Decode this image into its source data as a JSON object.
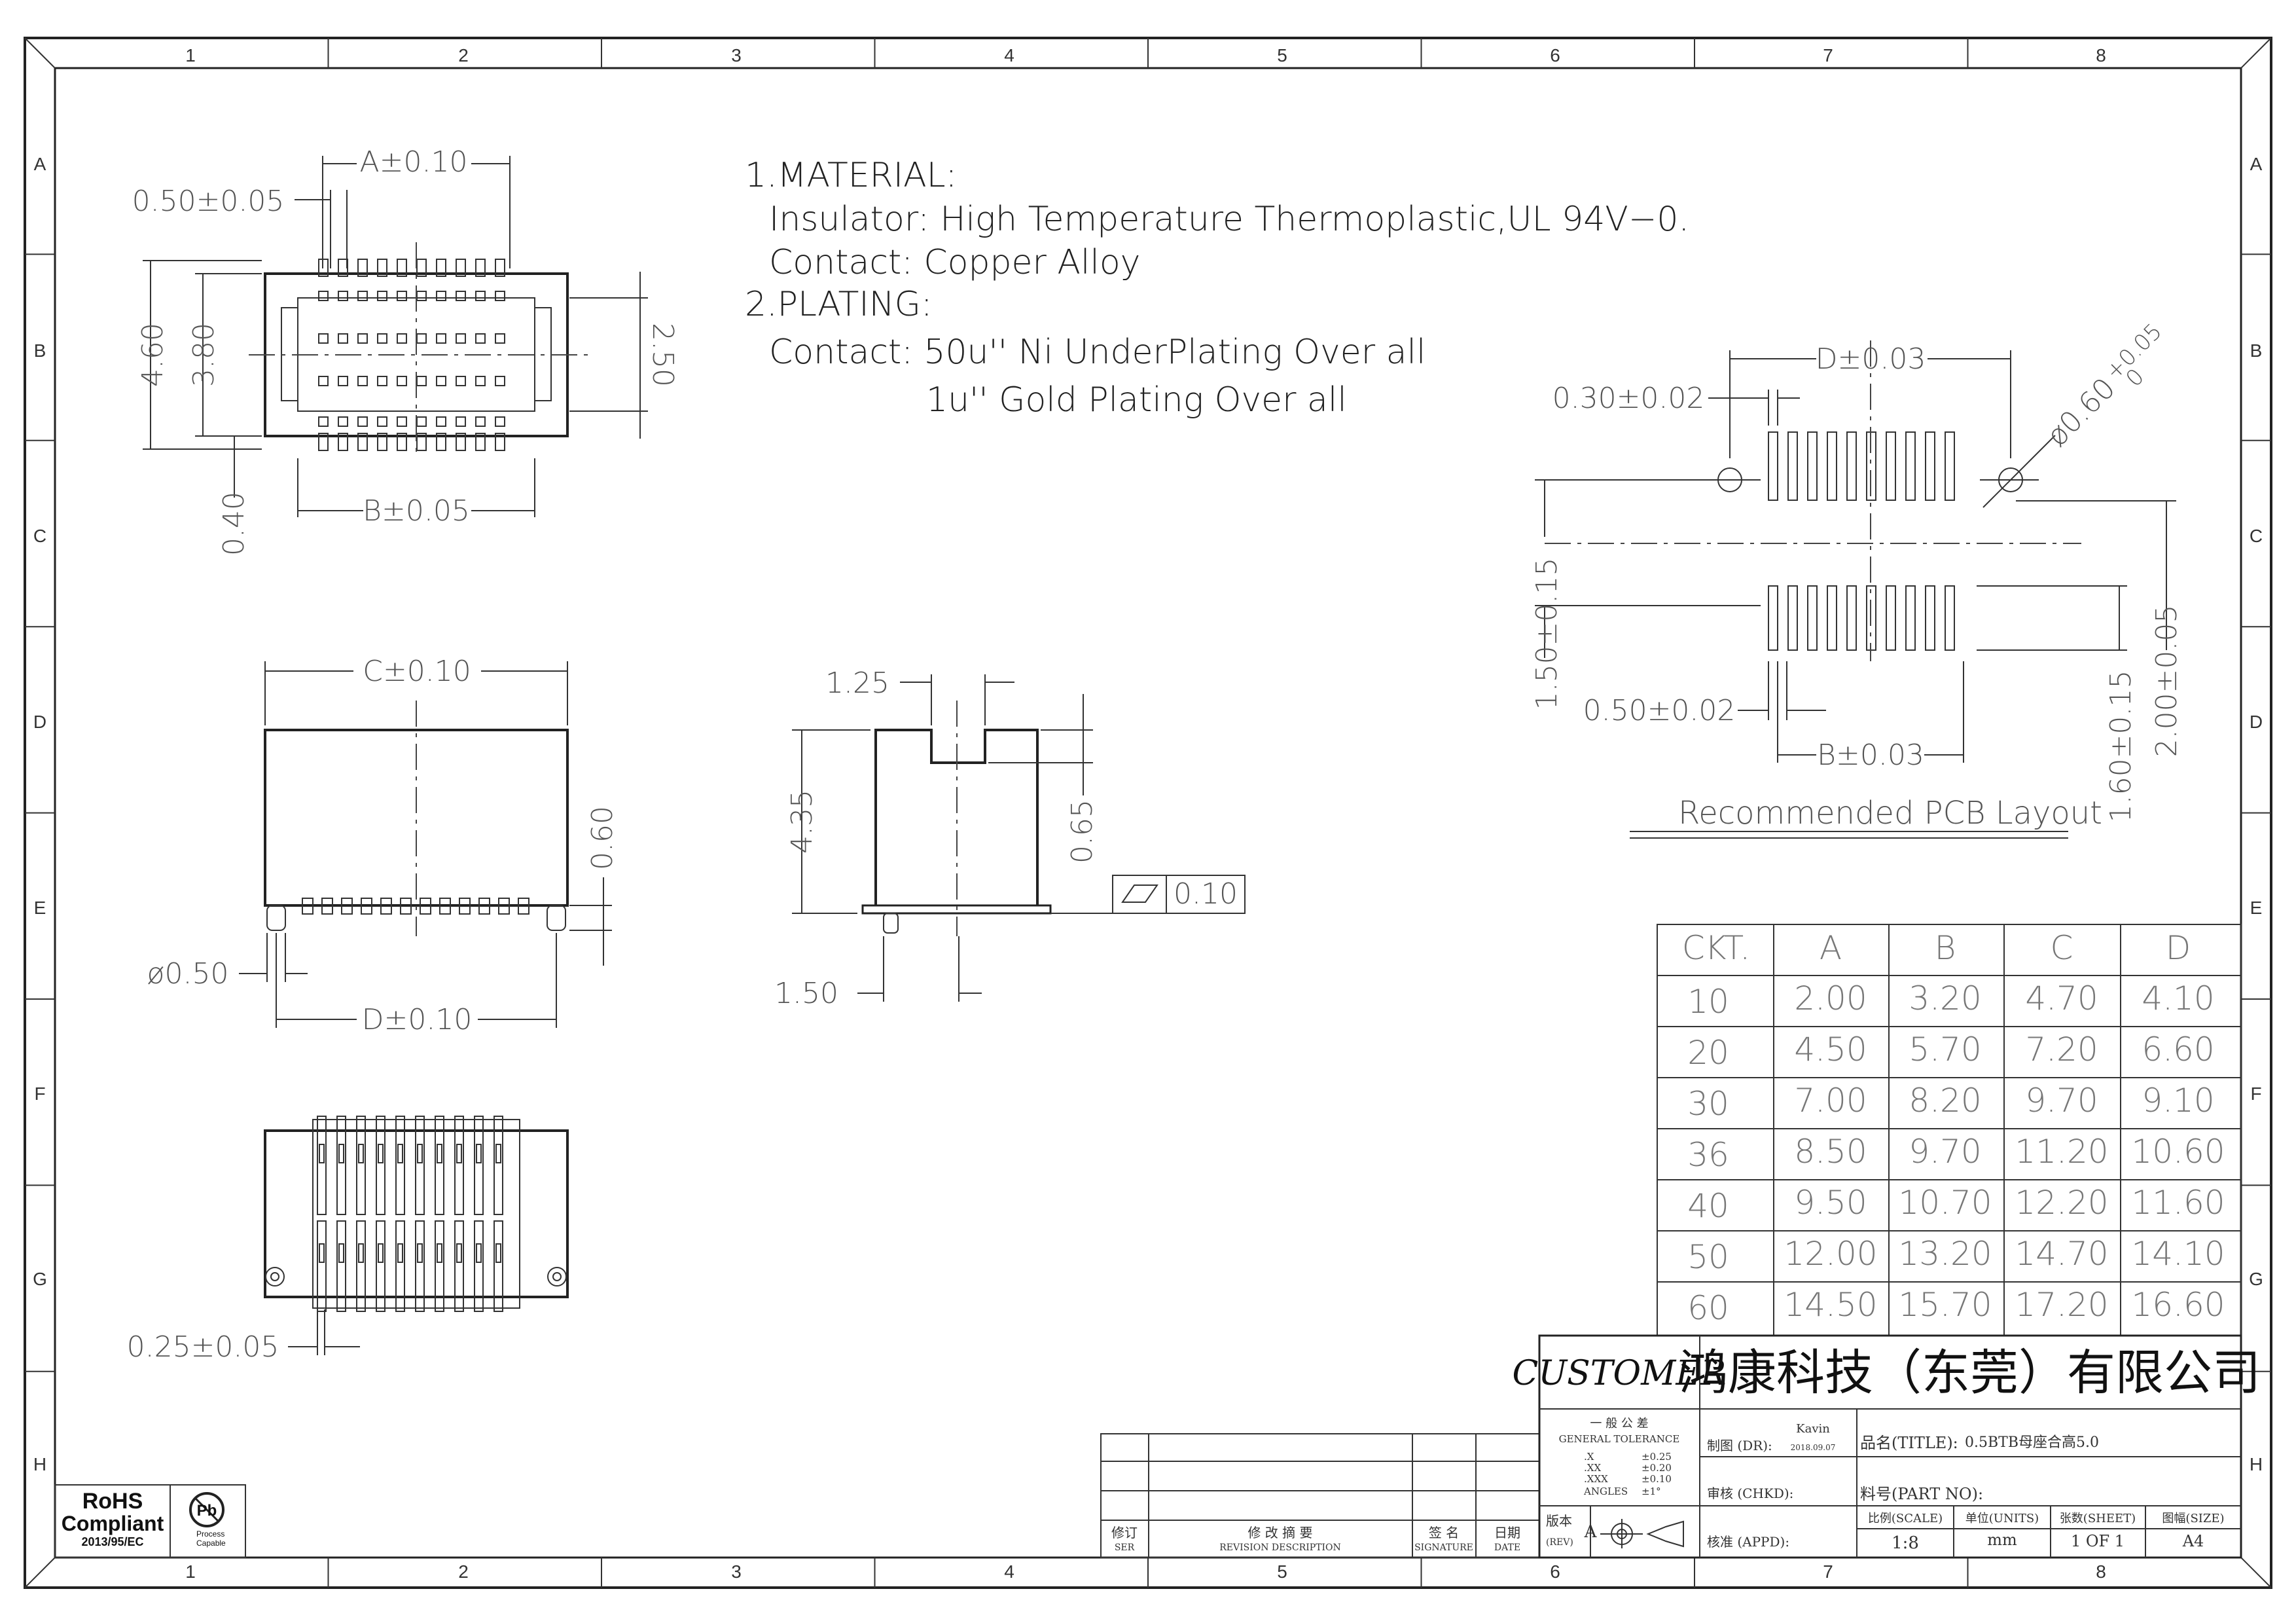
{
  "frame": {
    "columns": [
      "1",
      "2",
      "3",
      "4",
      "5",
      "6",
      "7",
      "8"
    ],
    "rows": [
      "A",
      "B",
      "C",
      "D",
      "E",
      "F",
      "G",
      "H"
    ]
  },
  "top_view": {
    "dim_a": "A±0.10",
    "dim_pitch": "0.50±0.05",
    "dim_460": "4.60",
    "dim_380": "3.80",
    "dim_250": "2.50",
    "dim_040": "0.40",
    "dim_b": "B±0.05"
  },
  "notes": {
    "l1": "1.MATERIAL:",
    "l2": "Insulator: High Temperature Thermoplastic,UL 94V−0.",
    "l3": "Contact: Copper Alloy",
    "l4": "2.PLATING:",
    "l5": "Contact: 50u'' Ni UnderPlating   Over all",
    "l6": "1u'' Gold Plating   Over all"
  },
  "front_view": {
    "dim_c": "C±0.10",
    "dim_060": "0.60",
    "dim_phi": "ø0.50",
    "dim_d": "D±0.10"
  },
  "side_view": {
    "dim_125": "1.25",
    "dim_435": "4.35",
    "dim_065": "0.65",
    "dim_150": "1.50",
    "flatness": "0.10"
  },
  "bottom_view": {
    "dim_025": "0.25±0.05"
  },
  "pcb": {
    "dim_d": "D±0.03",
    "dim_030": "0.30±0.02",
    "dim_phi": "ø0.60",
    "tol_plus": "+0.05",
    "tol_minus": "0",
    "dim_150": "1.50±0.15",
    "dim_050": "0.50±0.02",
    "dim_b": "B±0.03",
    "dim_160": "1.60±0.15",
    "dim_200": "2.00±0.05",
    "title": "Recommended PCB Layout"
  },
  "table": {
    "headers": [
      "CKT.",
      "A",
      "B",
      "C",
      "D"
    ],
    "rows": [
      [
        "10",
        "2.00",
        "3.20",
        "4.70",
        "4.10"
      ],
      [
        "20",
        "4.50",
        "5.70",
        "7.20",
        "6.60"
      ],
      [
        "30",
        "7.00",
        "8.20",
        "9.70",
        "9.10"
      ],
      [
        "36",
        "8.50",
        "9.70",
        "11.20",
        "10.60"
      ],
      [
        "40",
        "9.50",
        "10.70",
        "12.20",
        "11.60"
      ],
      [
        "50",
        "12.00",
        "13.20",
        "14.70",
        "14.10"
      ],
      [
        "60",
        "14.50",
        "15.70",
        "17.20",
        "16.60"
      ]
    ]
  },
  "title_block": {
    "customer": "CUSTOMER",
    "company": "鸿康科技（东莞）有限公司",
    "tol_cn": "一 般 公 差",
    "tol_en": "GENERAL TOLERANCE",
    "tol_x": ".X",
    "tol_x_v": "±0.25",
    "tol_xx": ".XX",
    "tol_xx_v": "±0.20",
    "tol_xxx": ".XXX",
    "tol_xxx_v": "±0.10",
    "tol_ang": "ANGLES",
    "tol_ang_v": "±1°",
    "drawn": "制图 (DR):",
    "drawn_name": "Kavin",
    "drawn_date": "2018.09.07",
    "title_label": "品名(TITLE):",
    "title_value": "0.5BTB母座合高5.0",
    "checked": "审核 (CHKD):",
    "part_no": "料号(PART NO):",
    "rev_label": "版本",
    "rev_en": "(REV)",
    "rev": "A",
    "approved": "核准 (APPD):",
    "scale_label": "比例(SCALE)",
    "scale": "1:8",
    "units_label": "单位(UNITS)",
    "units": "mm",
    "sheet_label": "张数(SHEET)",
    "sheet": "1 OF 1",
    "size_label": "图幅(SIZE)",
    "size": "A4",
    "rev_ser": "修订",
    "rev_ser_en": "SER",
    "rev_desc": "修   改   摘   要",
    "rev_desc_en": "REVISION DESCRIPTION",
    "rev_sig": "签  名",
    "rev_sig_en": "SIGNATURE",
    "rev_date": "日期",
    "rev_date_en": "DATE"
  },
  "rohs": {
    "l1": "RoHS",
    "l2": "Compliant",
    "l3": "2013/95/EC",
    "pb": "Pb",
    "pc1": "Process",
    "pc2": "Capable"
  }
}
